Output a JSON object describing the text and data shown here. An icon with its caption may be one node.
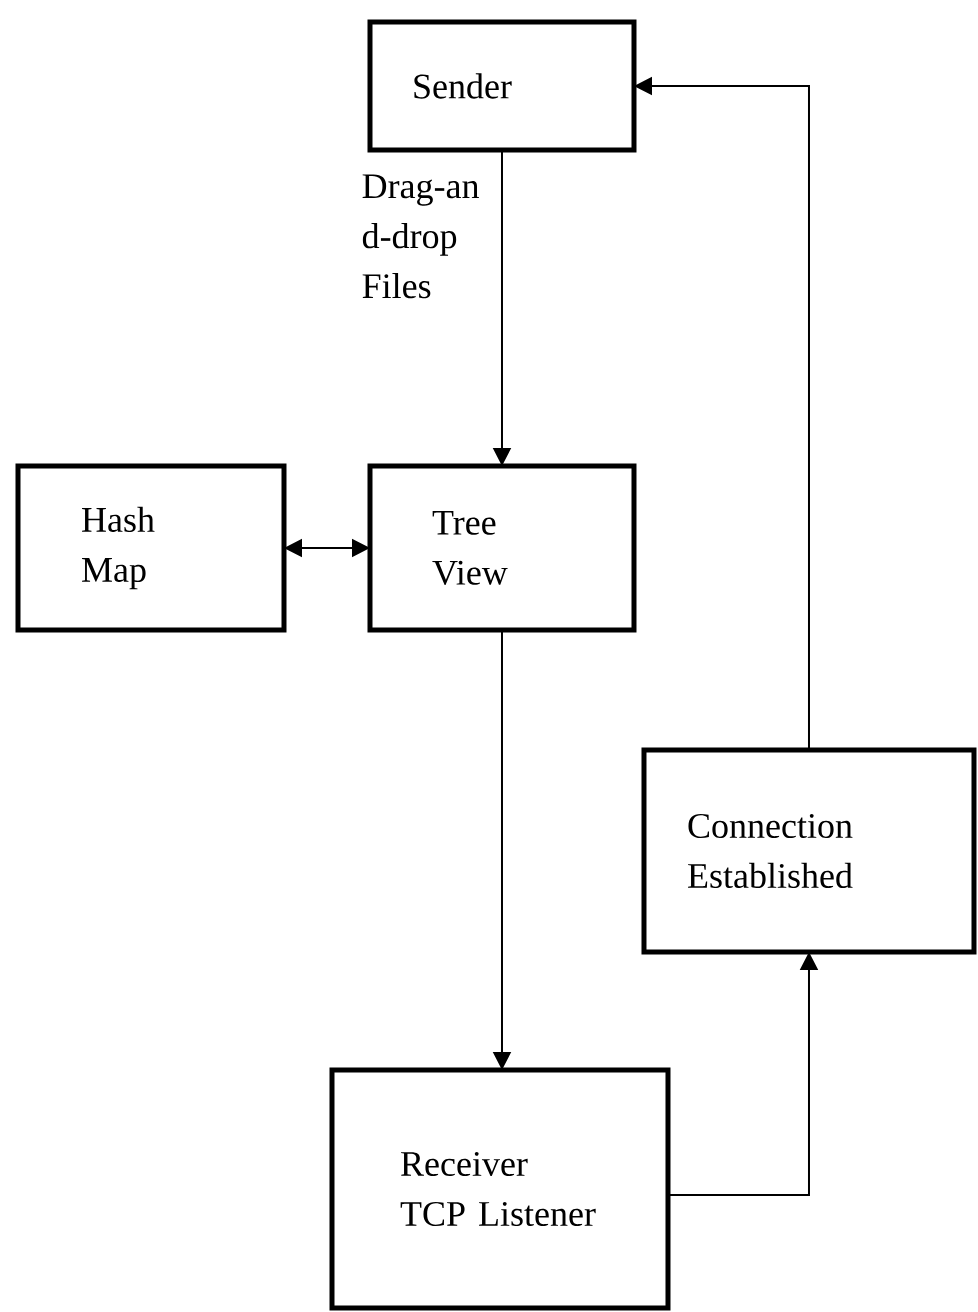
{
  "diagram": {
    "nodes": [
      {
        "text": [
          "Sender"
        ]
      },
      {
        "text": [
          "Hash Map"
        ]
      },
      {
        "text": [
          "Tree View"
        ]
      },
      {
        "text": [
          "Connection Established"
        ]
      },
      {
        "text": [
          "Receiver TCP Listener"
        ]
      }
    ],
    "edges": [
      {
        "from": 0,
        "to": 2,
        "arrow": "to",
        "label": "Drag-an d-drop Files"
      },
      {
        "from": 1,
        "to": 2,
        "arrow": "both"
      },
      {
        "from": 2,
        "to": 4,
        "arrow": "to"
      },
      {
        "from": 4,
        "to": 3,
        "arrow": "to"
      },
      {
        "from": 3,
        "to": 0,
        "arrow": "to"
      }
    ]
  }
}
